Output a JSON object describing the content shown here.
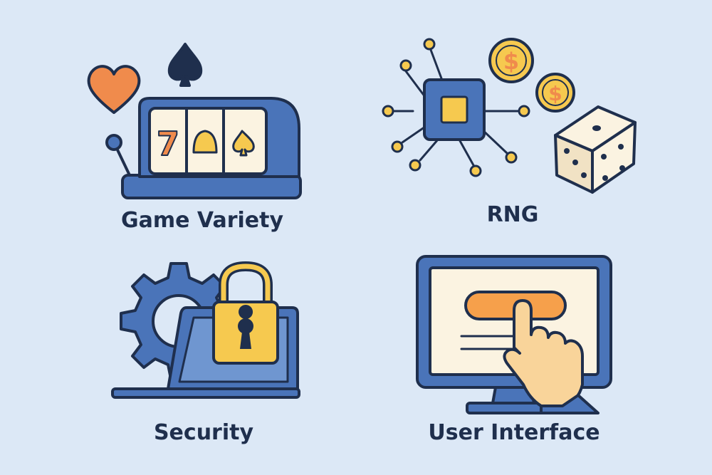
{
  "panels": [
    {
      "label": "Game Variety",
      "icon": "slot-machine-icon"
    },
    {
      "label": "RNG",
      "icon": "chip-dice-icon"
    },
    {
      "label": "Security",
      "icon": "laptop-lock-icon"
    },
    {
      "label": "User Interface",
      "icon": "monitor-touch-icon"
    }
  ],
  "slot_symbols": [
    "7"
  ],
  "coin_symbol": "$",
  "colors": {
    "background": "#dce8f6",
    "outline": "#1f2f4d",
    "blue": "#4a74b9",
    "orange": "#f08b4c",
    "yellow": "#f6c94f",
    "cream": "#fbf3e1"
  }
}
